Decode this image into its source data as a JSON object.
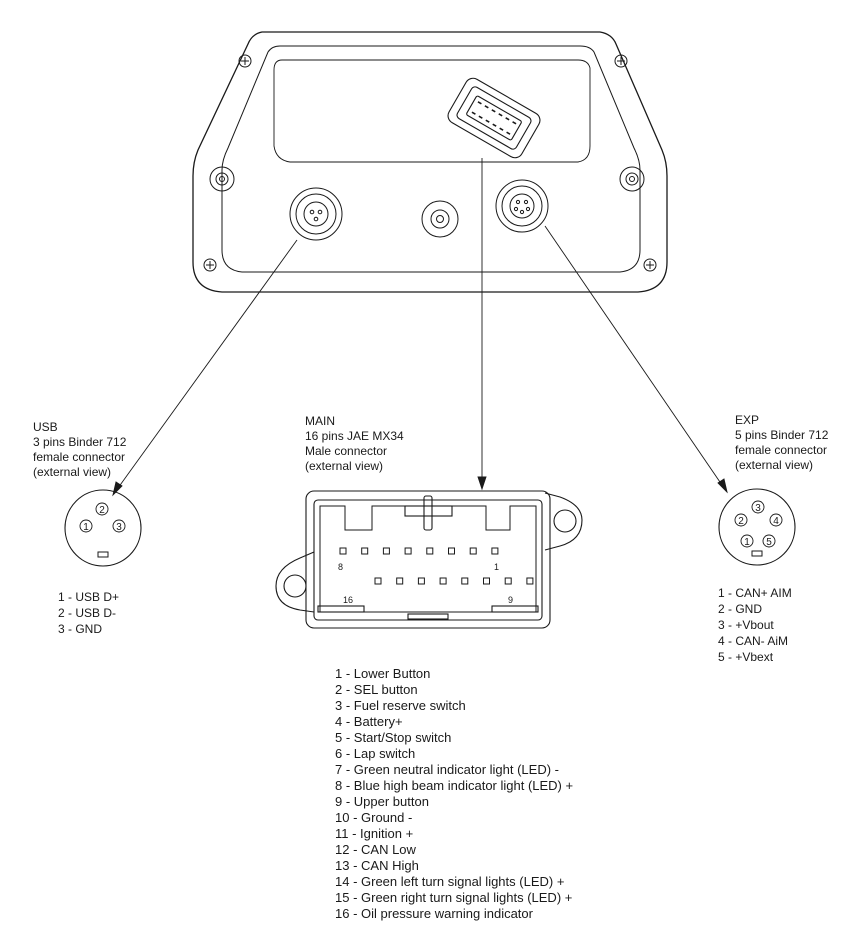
{
  "usb": {
    "title": "USB",
    "spec": "3 pins Binder 712",
    "type": "female connector",
    "view": "(external view)",
    "pin_numbers": [
      "2",
      "1",
      "3"
    ],
    "pins": [
      "1 - USB D+",
      "2 - USB D-",
      "3 - GND"
    ]
  },
  "main": {
    "title": "MAIN",
    "spec": "16 pins JAE MX34",
    "type": "Male connector",
    "view": "(external view)",
    "corner_labels": [
      "8",
      "1",
      "16",
      "9"
    ],
    "pins": [
      "1 - Lower Button",
      "2 - SEL button",
      "3 - Fuel reserve switch",
      "4 - Battery+",
      "5 - Start/Stop switch",
      "6 - Lap switch",
      "7 - Green neutral indicator light (LED) -",
      "8 - Blue high beam indicator light (LED) +",
      "9 - Upper button",
      "10 - Ground -",
      "11 - Ignition +",
      "12 - CAN Low",
      "13 - CAN High",
      "14 - Green left turn signal lights (LED) +",
      "15 - Green right turn signal lights (LED) +",
      "16 - Oil pressure warning indicator"
    ]
  },
  "exp": {
    "title": "EXP",
    "spec": "5 pins Binder 712",
    "type": "female connector",
    "view": "(external view)",
    "pin_numbers": [
      "3",
      "2",
      "4",
      "1",
      "5"
    ],
    "pins": [
      "1 - CAN+ AIM",
      "2 - GND",
      "3 - +Vbout",
      "4 - CAN- AiM",
      "5 - +Vbext"
    ]
  }
}
